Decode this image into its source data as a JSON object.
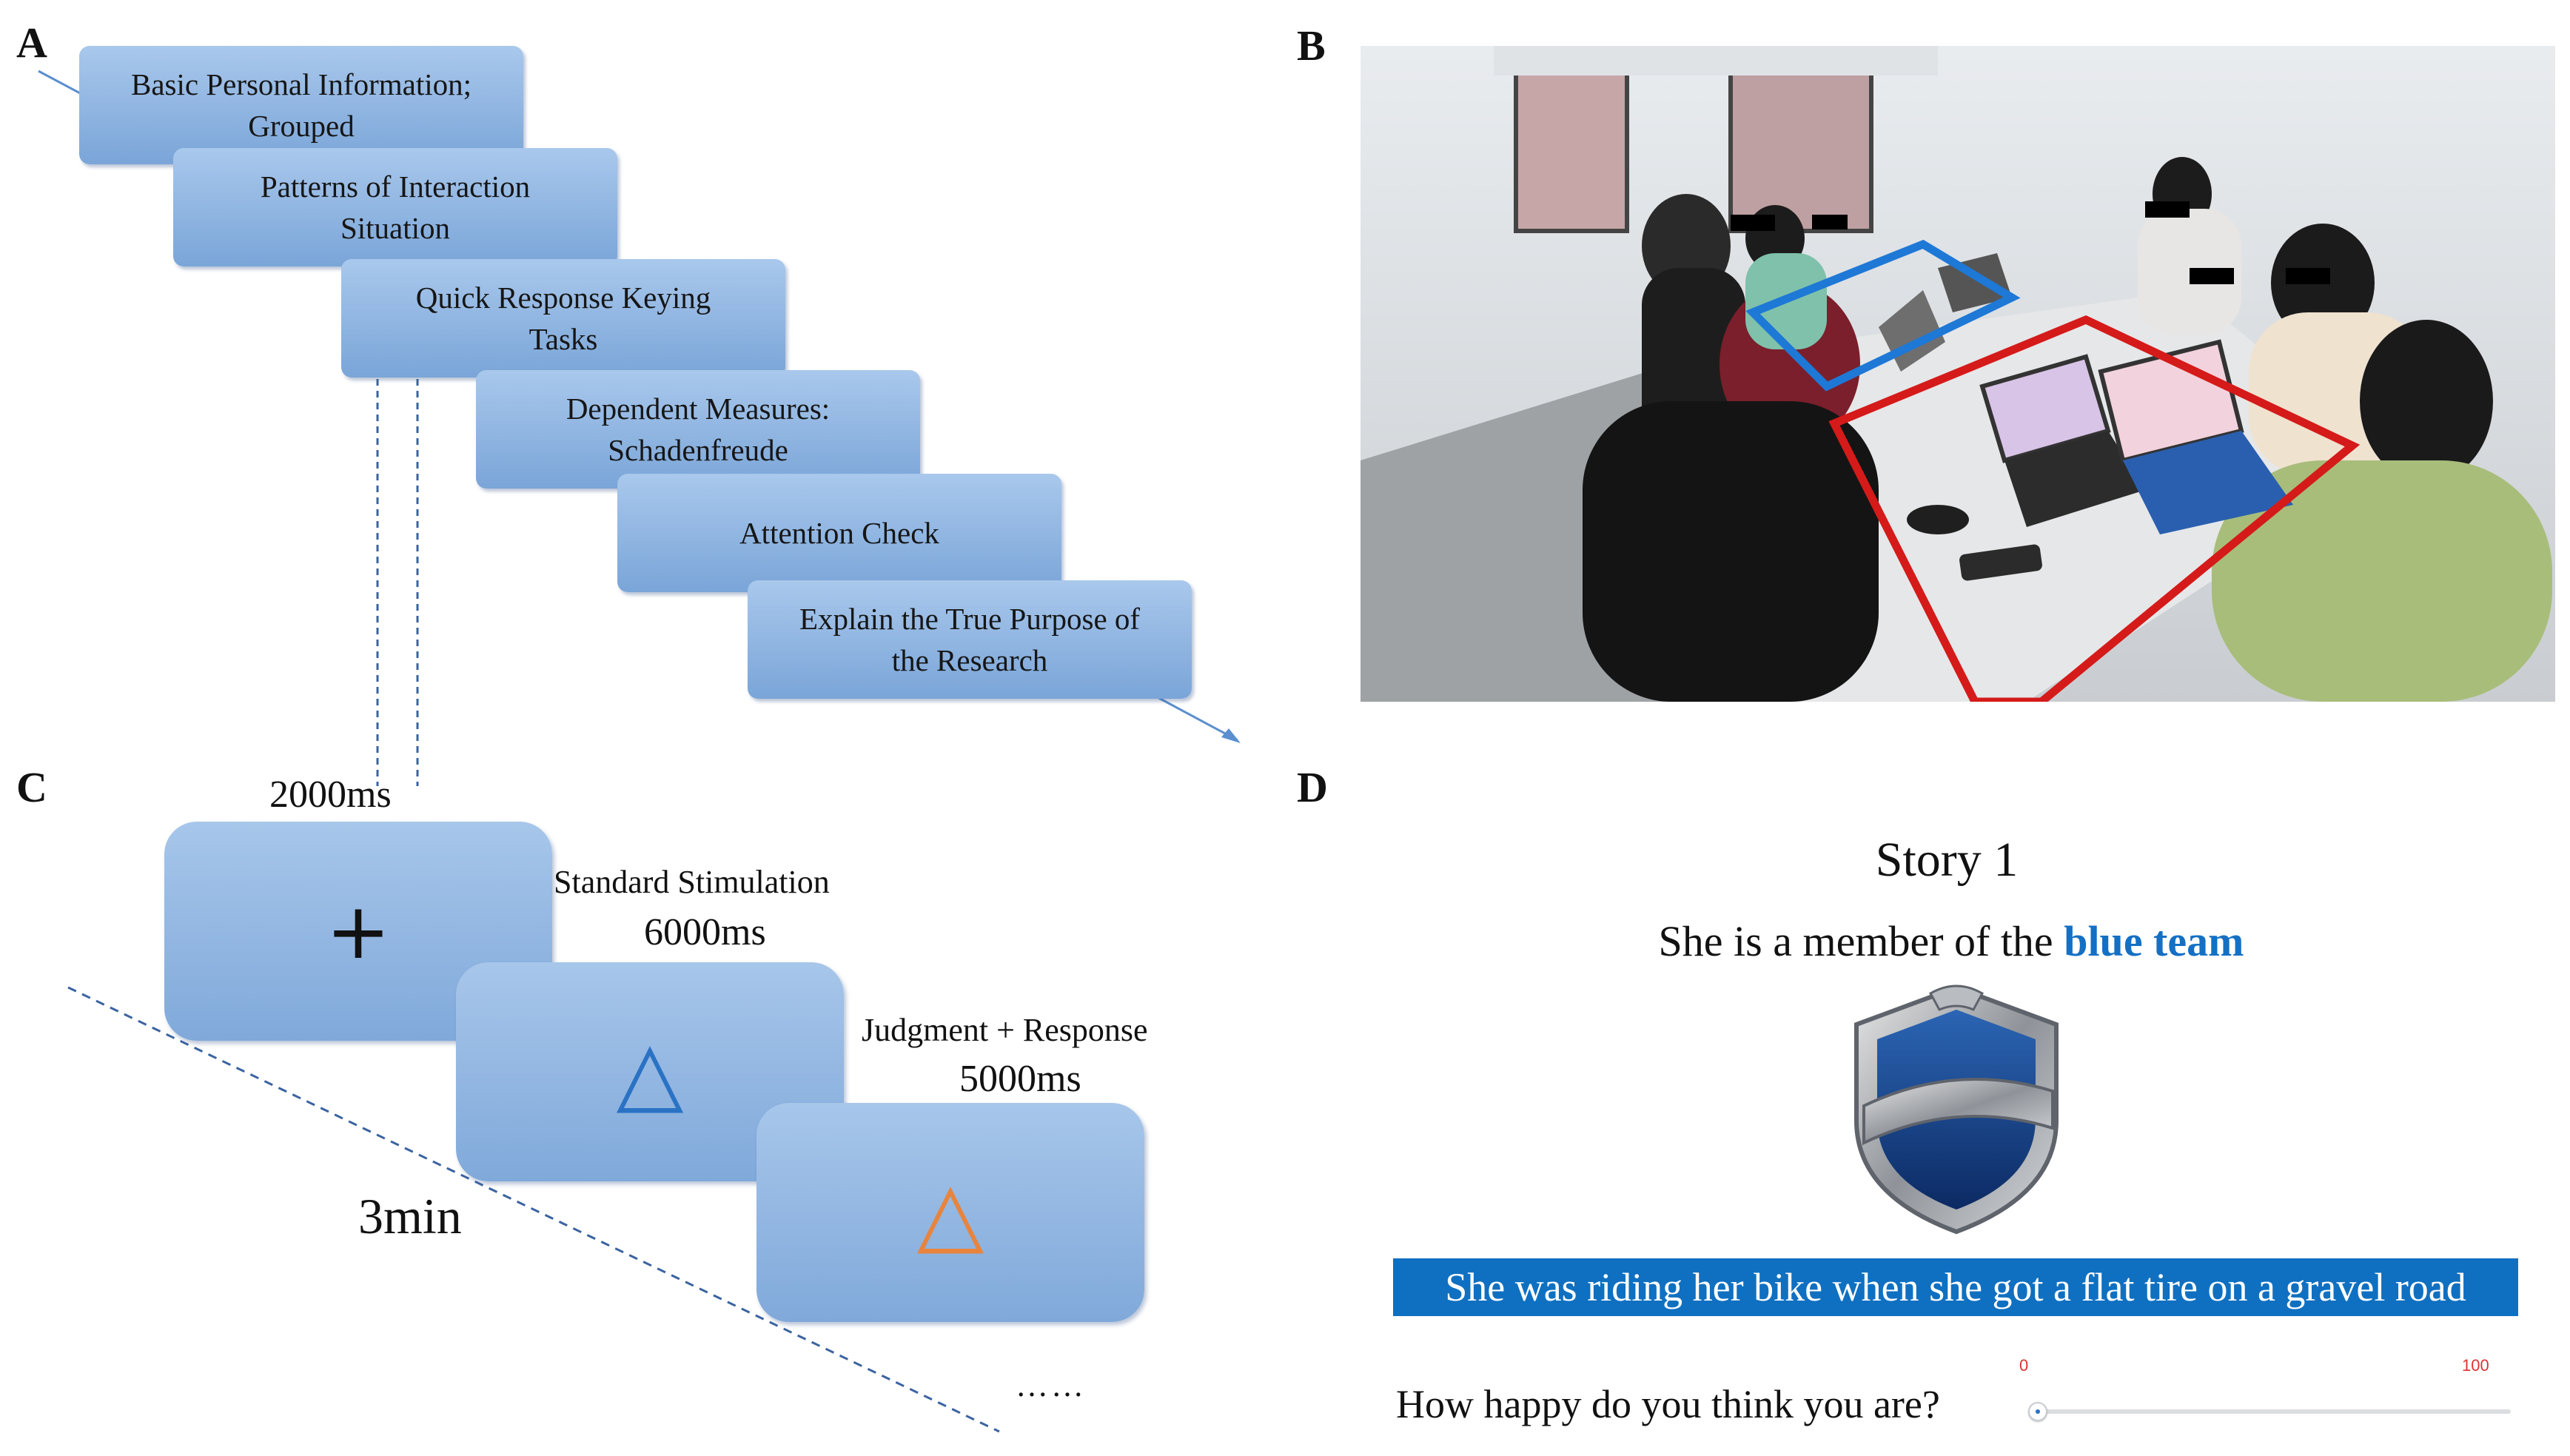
{
  "panel_labels": {
    "a": "A",
    "b": "B",
    "c": "C",
    "d": "D"
  },
  "panel_a": {
    "steps": [
      {
        "line1": "Basic Personal Information;",
        "line2": "Grouped"
      },
      {
        "line1": "Patterns of Interaction",
        "line2": "Situation"
      },
      {
        "line1": "Quick Response Keying",
        "line2": "Tasks"
      },
      {
        "line1": "Dependent Measures:",
        "line2": "Schadenfreude"
      },
      {
        "line1": "Attention Check",
        "line2": ""
      },
      {
        "line1": "Explain the True Purpose of",
        "line2": "the Research"
      }
    ]
  },
  "panel_b": {
    "description_icon": "photo-of-participants-at-laptops",
    "highlight_colors": {
      "blue_team": "#1e78d6",
      "red_team": "#d51a1a"
    }
  },
  "panel_c": {
    "fixation_duration": "2000ms",
    "fixation_symbol": "+",
    "standard_label": "Standard  Stimulation",
    "standard_duration": "6000ms",
    "standard_symbol": "△",
    "judgment_label": "Judgment  + Response",
    "judgment_duration": "5000ms",
    "judgment_symbol": "△",
    "block_duration": "3min",
    "continuation": "……",
    "colors": {
      "blue_triangle": "#2a72c4",
      "orange_triangle": "#e8843c"
    }
  },
  "panel_d": {
    "title": "Story 1",
    "team_prefix": "She is a member of the ",
    "team_name": "blue team",
    "team_color": "#1470c4",
    "emblem_icon": "blue-team-shield-emblem",
    "story_text": "She was riding her bike when she got a flat tire on a gravel road",
    "question": "How happy do you think you are?",
    "slider": {
      "min_label": "0",
      "max_label": "100",
      "value": 0
    }
  }
}
